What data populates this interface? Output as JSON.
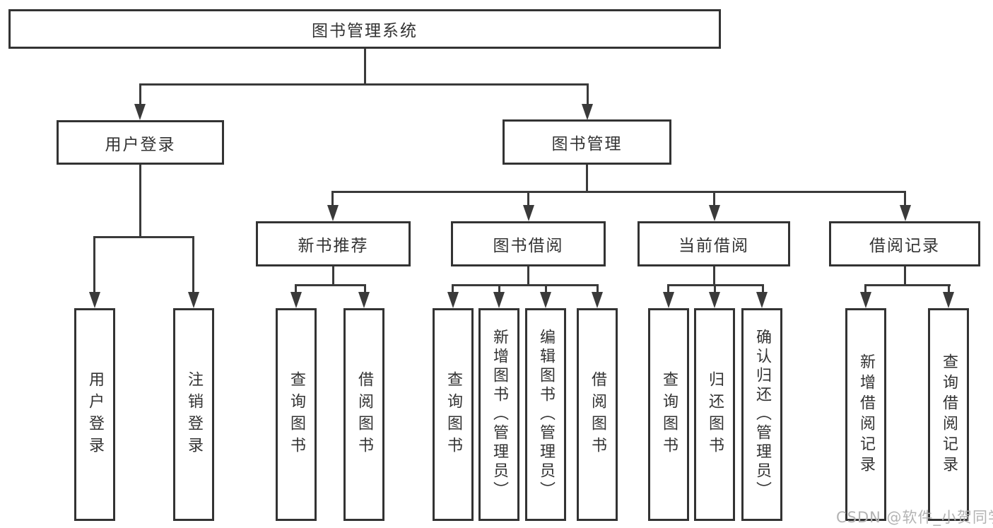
{
  "diagram": {
    "type": "hierarchy",
    "root": {
      "label": "图书管理系统"
    },
    "branches": [
      {
        "label": "用户登录",
        "children": [
          {
            "label": "用户登录"
          },
          {
            "label": "注销登录"
          }
        ]
      },
      {
        "label": "图书管理",
        "children": [
          {
            "label": "新书推荐",
            "children": [
              {
                "label": "查询图书"
              },
              {
                "label": "借阅图书"
              }
            ]
          },
          {
            "label": "图书借阅",
            "children": [
              {
                "label": "查询图书"
              },
              {
                "label": "新增图书（管理员）"
              },
              {
                "label": "编辑图书（管理员）"
              },
              {
                "label": "借阅图书"
              }
            ]
          },
          {
            "label": "当前借阅",
            "children": [
              {
                "label": "查询图书"
              },
              {
                "label": "归还图书"
              },
              {
                "label": "确认归还（管理员）"
              }
            ]
          },
          {
            "label": "借阅记录",
            "children": [
              {
                "label": "新增借阅记录"
              },
              {
                "label": "查询借阅记录"
              }
            ]
          }
        ]
      }
    ]
  },
  "watermark": {
    "text": "CSDN @软件_小贺同学"
  },
  "colors": {
    "line": "#3a3a3a",
    "box_border": "#333333",
    "text": "#333333",
    "watermark": "#b3b3b3",
    "background": "#ffffff"
  }
}
